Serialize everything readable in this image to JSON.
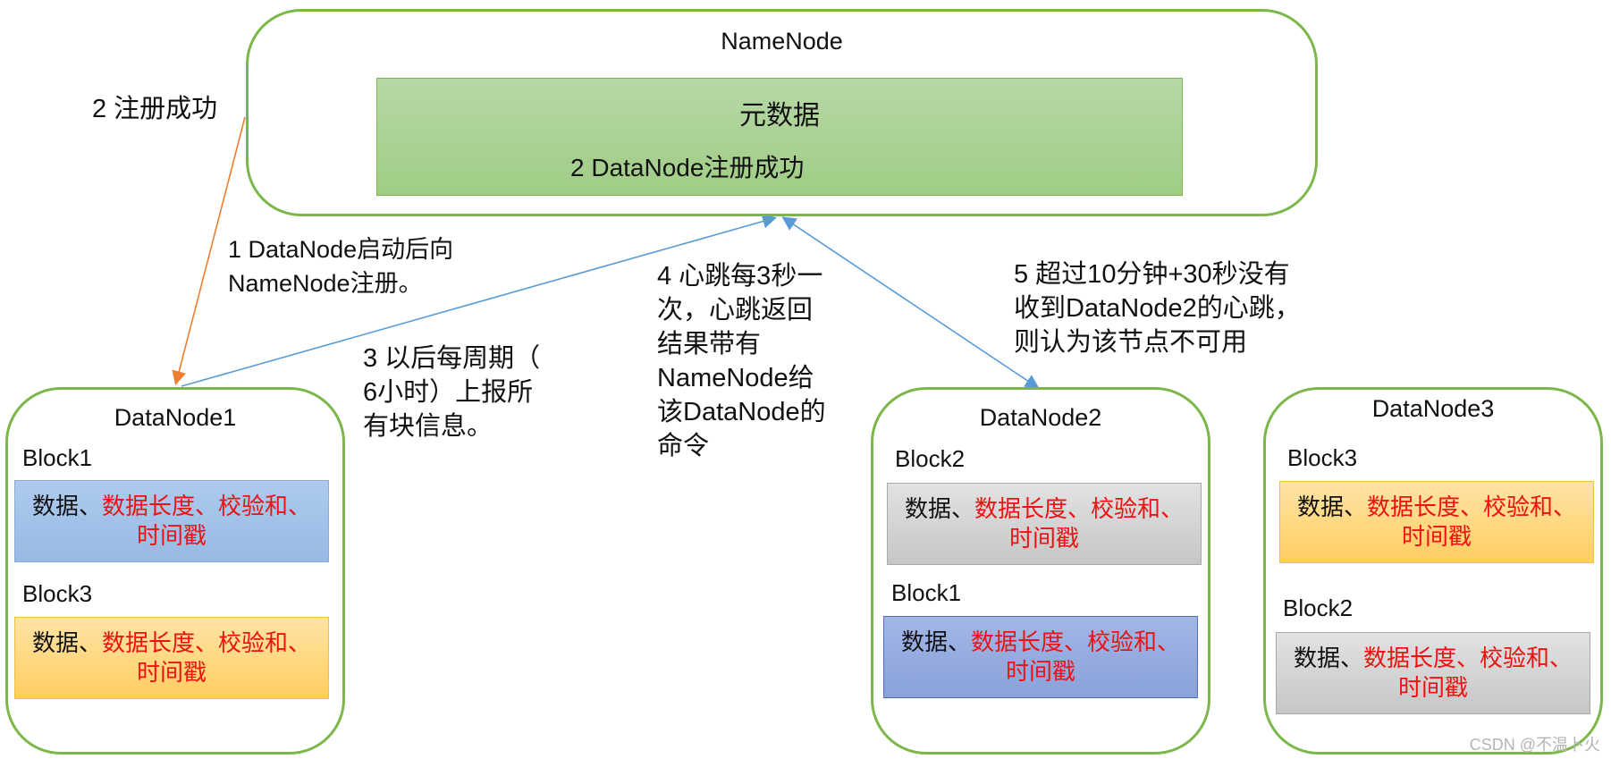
{
  "namenode": {
    "title": "NameNode",
    "metadata_title": "元数据",
    "metadata_status": "2 DataNode注册成功"
  },
  "annotations": {
    "register_success": "2 注册成功",
    "register_line1": "1 DataNode启动后向",
    "register_line2": "NameNode注册。",
    "report_line1": "3 以后每周期（",
    "report_line2": "6小时）上报所",
    "report_line3": "有块信息。",
    "heartbeat_line1": "4 心跳每3秒一",
    "heartbeat_line2": "次，心跳返回",
    "heartbeat_line3": "结果带有",
    "heartbeat_line4": "NameNode给",
    "heartbeat_line5": "该DataNode的",
    "heartbeat_line6": "命令",
    "timeout_line1": "5 超过10分钟+30秒没有",
    "timeout_line2": "收到DataNode2的心跳，",
    "timeout_line3": "则认为该节点不可用"
  },
  "block_text": {
    "data": "数据、",
    "length_checksum": "数据长度、校验和、",
    "timestamp": "时间戳"
  },
  "datanodes": [
    {
      "title": "DataNode1",
      "blocks": [
        {
          "label": "Block1",
          "color": "blue"
        },
        {
          "label": "Block3",
          "color": "orange"
        }
      ]
    },
    {
      "title": "DataNode2",
      "blocks": [
        {
          "label": "Block2",
          "color": "gray"
        },
        {
          "label": "Block1",
          "color": "dark-blue"
        }
      ]
    },
    {
      "title": "DataNode3",
      "blocks": [
        {
          "label": "Block3",
          "color": "orange"
        },
        {
          "label": "Block2",
          "color": "gray"
        }
      ]
    }
  ],
  "colors": {
    "node_border": "#7cb74a",
    "register_arrow": "#ed7d31",
    "heartbeat_arrow": "#5b9bd5",
    "highlight_text": "#ee1111"
  },
  "watermark": "CSDN @不温卜火"
}
